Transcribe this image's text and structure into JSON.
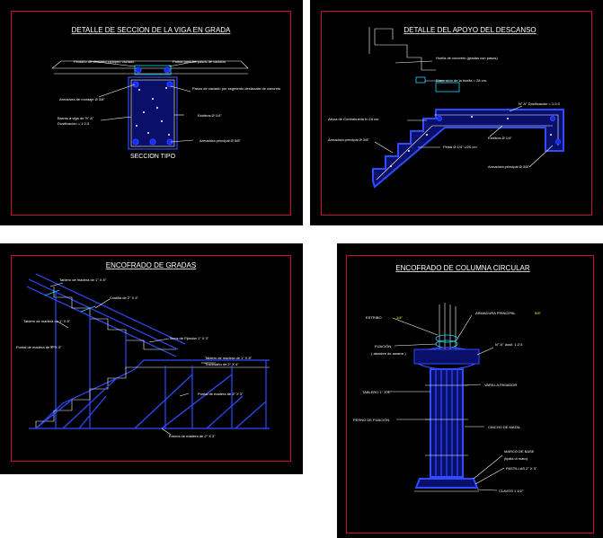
{
  "panels": {
    "viga": {
      "title": "DETALLE DE SECCION DE LA VIGA EN GRADA",
      "subtitle": "SECCION TIPO",
      "labels": {
        "l1": "Peldaño de concreto ciclópeo vaciado",
        "l2": "Paleta para los pasos de vaciado",
        "l3": "Armadura de montaje Ø 3/8\"",
        "l4": "Pasos de vaciado por segmento deslizante de concreto",
        "l5": "Estribos Ø 1/4\"",
        "l6": "Barras ø viga de ½\" A°",
        "l7": "Dosificación = 1:2:3",
        "l8": "Armadura principal Ø 5/8\""
      }
    },
    "apoyo": {
      "title": "DETALLE DEL APOYO DEL DESCANSO",
      "labels": {
        "l1": "Huella de concreto (gradas con pasos)",
        "l2": "Dimensión de la huella = 28 cm.",
        "l3": "N° A° Dosificación = 1:2:3",
        "l4": "Altura de Contrahuella h=18 cm.",
        "l5": "Estribos Ø 1/4\"",
        "l6": "Armadura principal Ø 3/8\"",
        "l7": "Pedal Ø 1/4\" c/20 cm",
        "l8": "Armadura principal Ø 3/8\""
      }
    },
    "gradas": {
      "title": "ENCOFRADO DE GRADAS",
      "labels": {
        "l1": "Tablero de madera de 1\" X 8\"",
        "l2": "Costilla de 2\" X 4\"",
        "l3": "Tablero de madera de 1\" X 8\"",
        "l4": "Puntal de madera de 3\" X 3\"",
        "l5": "Tacos de Fijación 1\" X 3\"",
        "l6": "Tablero de madera de 1\" X 8\"",
        "l7": "Travesaño de 2\" X 4\"",
        "l8": "Puntal de madera de 3\" X 3\"",
        "l9": "Frenos de madera de 2\" X 3\""
      }
    },
    "columna": {
      "title": "ENCOFRADO DE COLUMNA CIRCULAR",
      "labels": {
        "l1": "ESTRIBO",
        "l2": "1/4\"",
        "l3": "ARMADURA PRINCIPAL",
        "l4": "5/8\"",
        "l5": "FIJACIÓN",
        "l6": "( alambre de amarre )",
        "l7": "N° A° dosif. 1:2:3",
        "l8": "TABLERO 1\" X 4\"",
        "l9": "VARILLA PASADOR",
        "l10": "PERNO DE FIJACIÓN",
        "l11": "CINCHO DE MATAL",
        "l12": "MARCO DE BASE",
        "l13": "(tipilla di mato)",
        "l14": "PASTILLAS 2\" X 3\"",
        "l15": "CLAVOS 1 1/2\""
      }
    }
  }
}
